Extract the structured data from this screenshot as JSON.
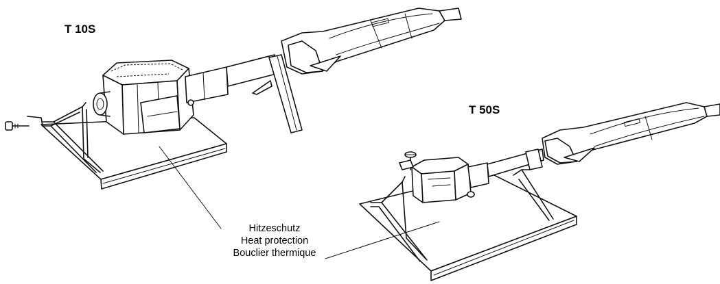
{
  "labels": {
    "model_a": "T 10S",
    "model_b": "T 50S"
  },
  "callout": {
    "line_de": "Hitzeschutz",
    "line_en": "Heat protection",
    "line_fr": "Bouclier thermique"
  },
  "colors": {
    "ink": "#111111",
    "background": "#ffffff"
  }
}
